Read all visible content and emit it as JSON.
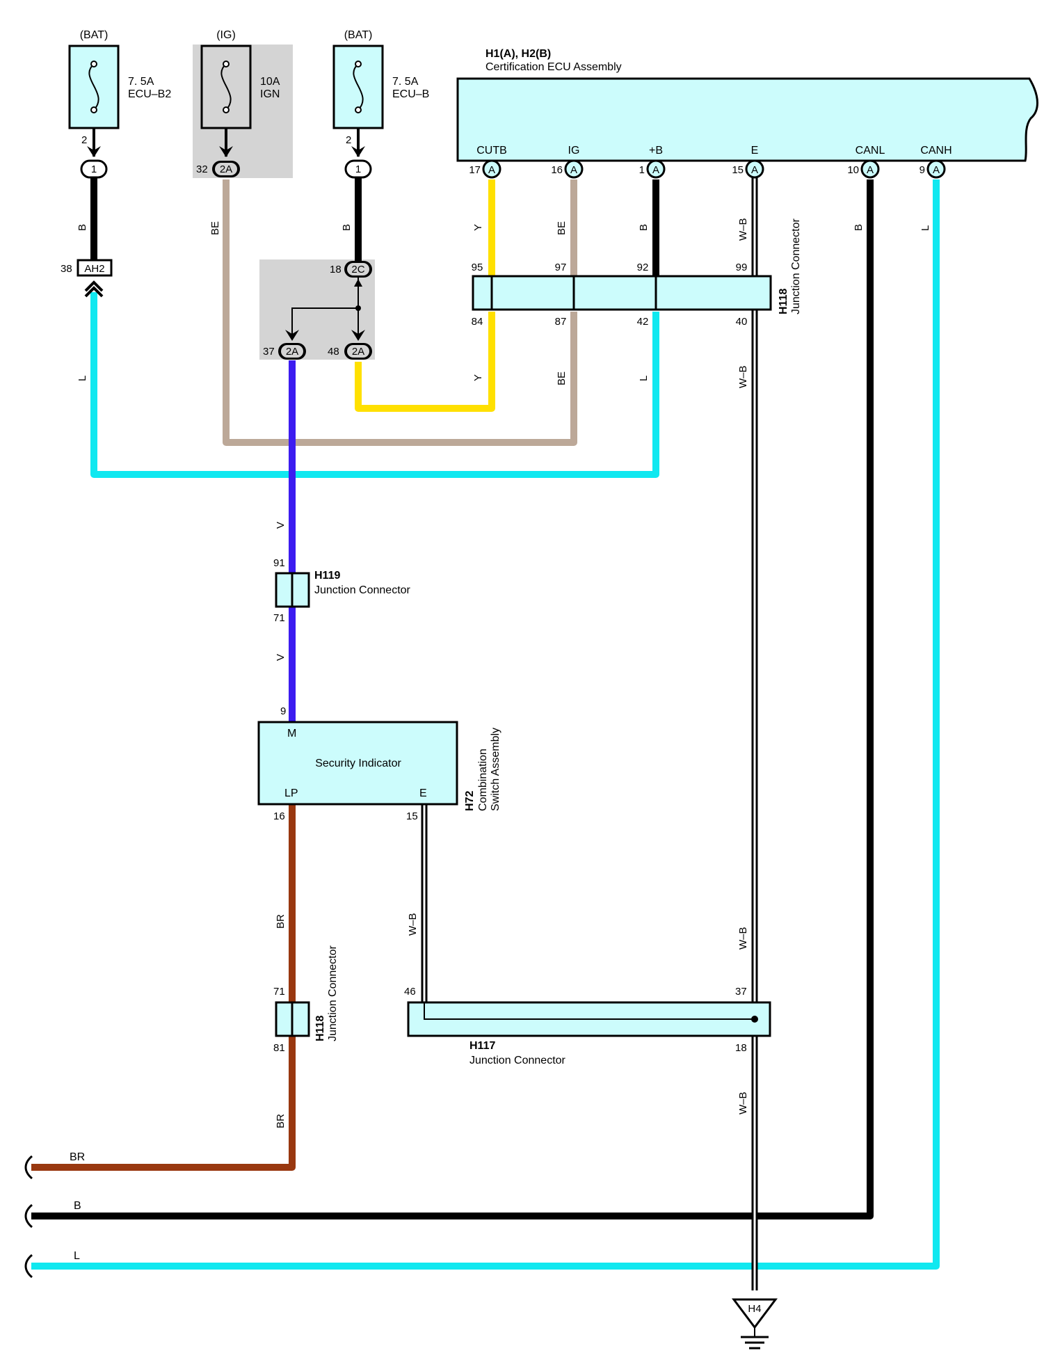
{
  "fuses": {
    "left": {
      "source": "(BAT)",
      "rating": "7. 5A",
      "name": "ECU–B2",
      "pin": "2"
    },
    "middle": {
      "source": "(IG)",
      "rating": "10A",
      "name": "IGN"
    },
    "right": {
      "source": "(BAT)",
      "rating": "7. 5A",
      "name": "ECU–B",
      "pin": "2"
    }
  },
  "ecu": {
    "code": "H1(A), H2(B)",
    "name": "Certification ECU Assembly",
    "pins": [
      {
        "label": "CUTB",
        "num": "17",
        "conn": "A"
      },
      {
        "label": "IG",
        "num": "16",
        "conn": "A"
      },
      {
        "label": "+B",
        "num": "1",
        "conn": "A"
      },
      {
        "label": "E",
        "num": "15",
        "conn": "A"
      },
      {
        "label": "CANL",
        "num": "10",
        "conn": "A"
      },
      {
        "label": "CANH",
        "num": "9",
        "conn": "A"
      }
    ]
  },
  "connectors": {
    "c1_left": "1",
    "c1_right": "1",
    "c32": {
      "num": "32",
      "conn": "2A"
    },
    "ah2": {
      "num": "38",
      "conn": "AH2"
    },
    "c18": {
      "num": "18",
      "conn": "2C"
    },
    "c37": {
      "num": "37",
      "conn": "2A"
    },
    "c48": {
      "num": "48",
      "conn": "2A"
    }
  },
  "h118_top": {
    "code": "H118",
    "name": "Junction Connector",
    "top_pins": [
      "95",
      "97",
      "92",
      "99"
    ],
    "bottom_pins": [
      "84",
      "87",
      "42",
      "40"
    ]
  },
  "h119": {
    "code": "H119",
    "name": "Junction Connector",
    "pin_top": "91",
    "pin_bottom": "71"
  },
  "h72": {
    "code": "H72",
    "name_line1": "Combination",
    "name_line2": "Switch Assembly",
    "title": "Security Indicator",
    "pin_m_label": "M",
    "pin_m_num": "9",
    "pin_lp_label": "LP",
    "pin_lp_num": "16",
    "pin_e_label": "E",
    "pin_e_num": "15"
  },
  "h118_bottom": {
    "code": "H118",
    "name": "Junction Connector",
    "pin_top": "71",
    "pin_bottom": "81"
  },
  "h117": {
    "code": "H117",
    "name": "Junction Connector",
    "pin_left": "46",
    "pin_right": "37",
    "pin_bottom": "18"
  },
  "ground": {
    "code": "H4"
  },
  "wire_colors": {
    "B": "B",
    "BE": "BE",
    "L": "L",
    "Y": "Y",
    "V": "V",
    "BR": "BR",
    "WB": "W–B"
  },
  "bus_labels": [
    "BR",
    "B",
    "L"
  ],
  "colors": {
    "black": "#000000",
    "beige": "#bca898",
    "cyan": "#10e8f0",
    "yellow": "#ffe000",
    "violet": "#3c1cf0",
    "brown": "#993810",
    "panel": "#ccfcfc",
    "gray": "#d4d4d4"
  }
}
